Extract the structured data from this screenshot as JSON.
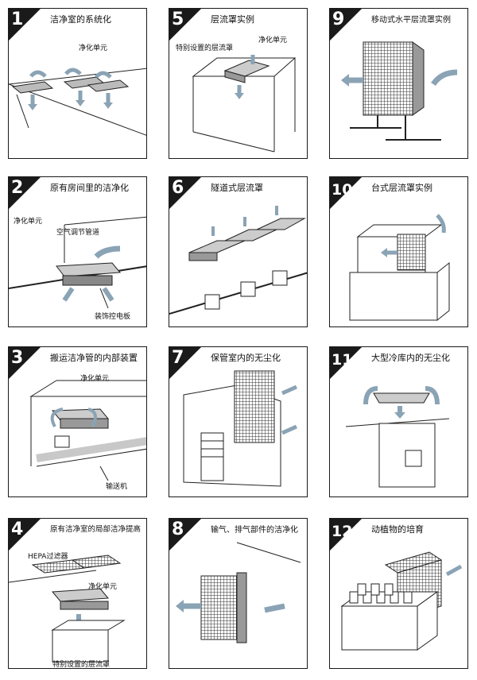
{
  "colors": {
    "ink": "#1a1a1a",
    "arrow": "#8aa3b5",
    "box_top": "#c9c9c9",
    "box_side": "#9a9a9a",
    "filter": "#555555"
  },
  "panels": [
    {
      "num": "1",
      "title": "洁净室的系统化",
      "labels": [
        "净化单元"
      ]
    },
    {
      "num": "2",
      "title": "原有房间里的洁净化",
      "labels": [
        "净化单元",
        "空气调节管道",
        "装饰控电板"
      ]
    },
    {
      "num": "3",
      "title": "搬运洁净管的内部装置",
      "labels": [
        "净化单元",
        "输送机"
      ]
    },
    {
      "num": "4",
      "title": "原有洁净室的局部洁净提高",
      "labels": [
        "HEPA过滤器",
        "净化单元",
        "特别设置的层流罩"
      ]
    },
    {
      "num": "5",
      "title": "层流罩实例",
      "labels": [
        "特别设置的层流罩",
        "净化单元"
      ]
    },
    {
      "num": "6",
      "title": "隧道式层流罩",
      "labels": []
    },
    {
      "num": "7",
      "title": "保管室内的无尘化",
      "labels": []
    },
    {
      "num": "8",
      "title": "输气、排气部件的洁净化",
      "labels": []
    },
    {
      "num": "9",
      "title": "移动式水平层流罩实例",
      "labels": []
    },
    {
      "num": "10",
      "title": "台式层流罩实例",
      "labels": []
    },
    {
      "num": "11",
      "title": "大型冷库内的无尘化",
      "labels": []
    },
    {
      "num": "12",
      "title": "动植物的培育",
      "labels": []
    }
  ]
}
